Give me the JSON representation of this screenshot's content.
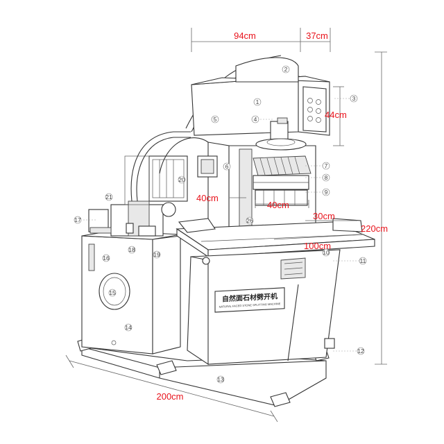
{
  "dimensions": {
    "head_width": "94cm",
    "head_depth": "37cm",
    "panel_height": "44cm",
    "total_height": "220cm",
    "frame_depth": "40cm",
    "blade_width": "40cm",
    "table_offset": "30cm",
    "table_length": "100cm",
    "base_length": "200cm"
  },
  "plate": {
    "title": "自然面石材劈开机",
    "subtitle": "NATURAL FACED STONE SPLITTING MACHINE"
  },
  "callouts": [
    "1",
    "2",
    "3",
    "4",
    "5",
    "6",
    "7",
    "8",
    "9",
    "10",
    "11",
    "12",
    "13",
    "14",
    "15",
    "16",
    "17",
    "18",
    "19",
    "20",
    "21",
    "26"
  ]
}
